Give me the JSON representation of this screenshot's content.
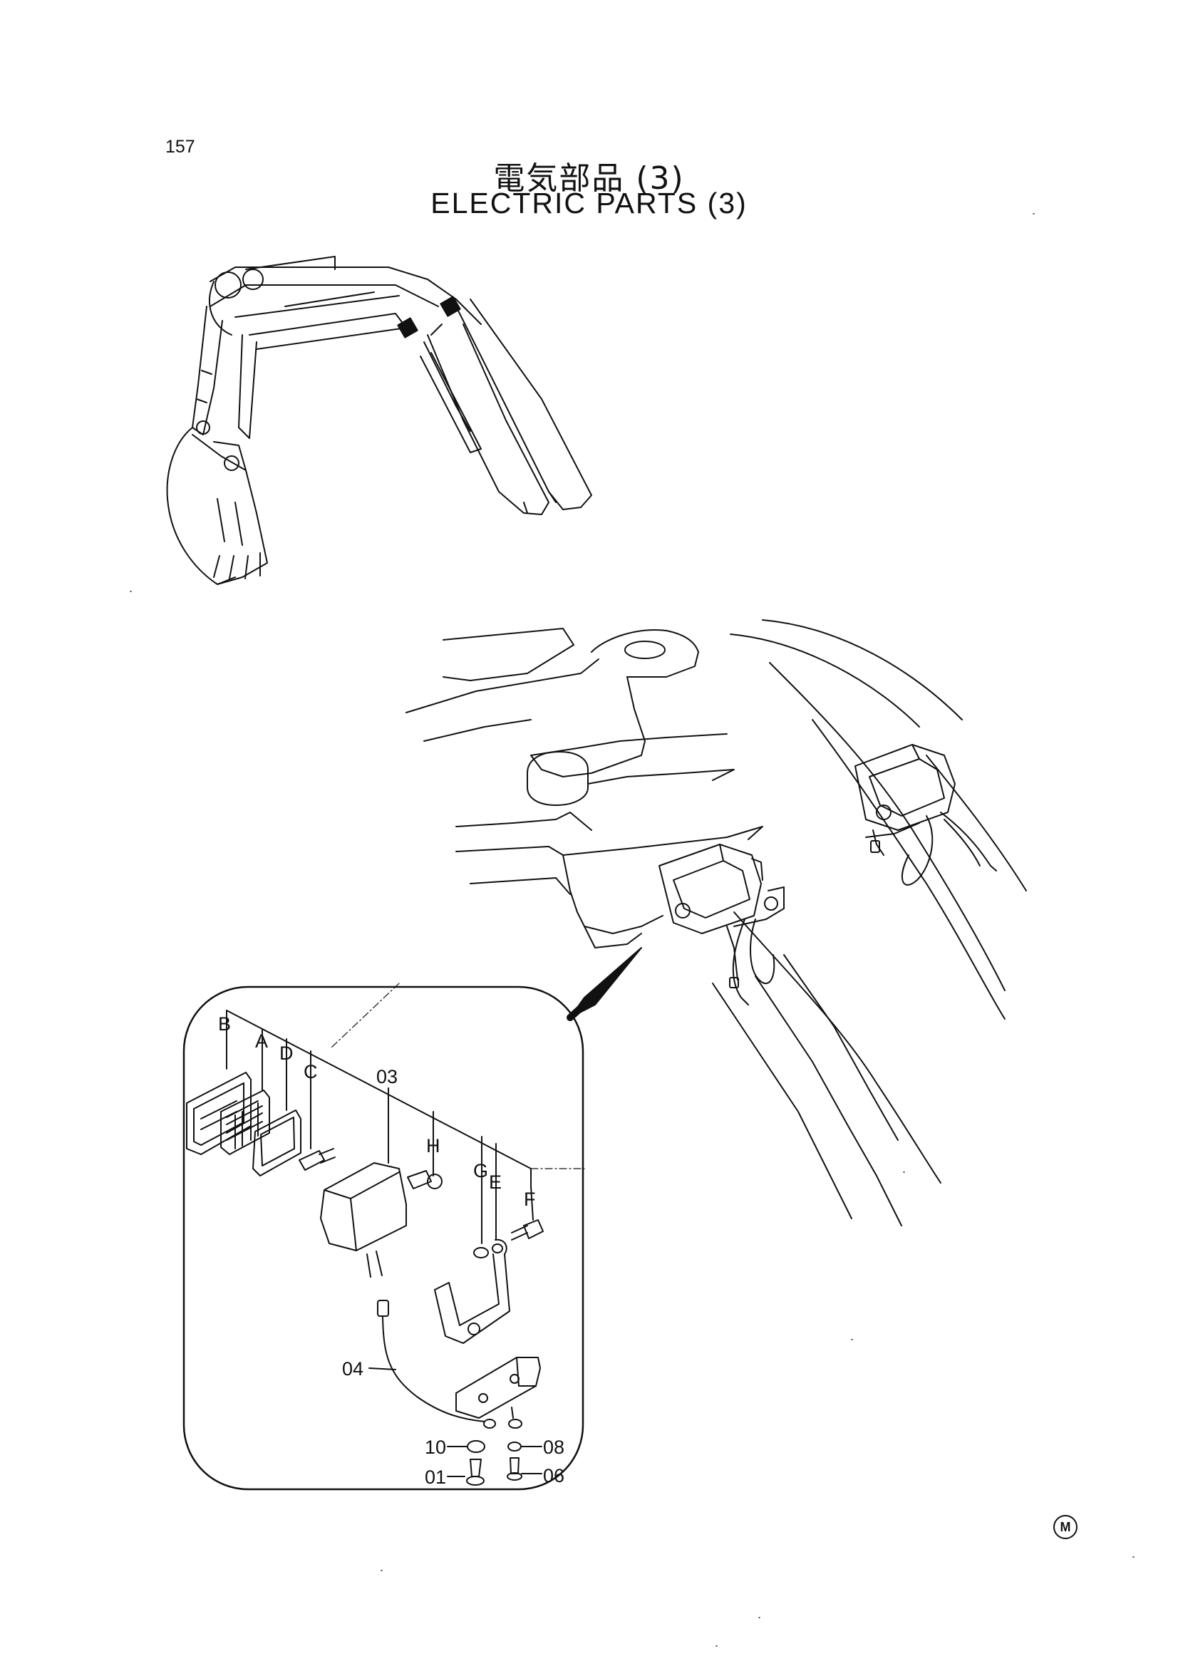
{
  "page": {
    "number": "157"
  },
  "title": {
    "japanese": "電気部品 (3)",
    "english": "ELECTRIC PARTS (3)"
  },
  "callouts": {
    "B": "B",
    "A": "A",
    "D": "D",
    "C": "C",
    "p03": "03",
    "H": "H",
    "G": "G",
    "E": "E",
    "F": "F",
    "p04": "04",
    "p10": "10",
    "p01": "01",
    "p08": "08",
    "p06": "06"
  },
  "footer": {
    "mark": "M"
  }
}
